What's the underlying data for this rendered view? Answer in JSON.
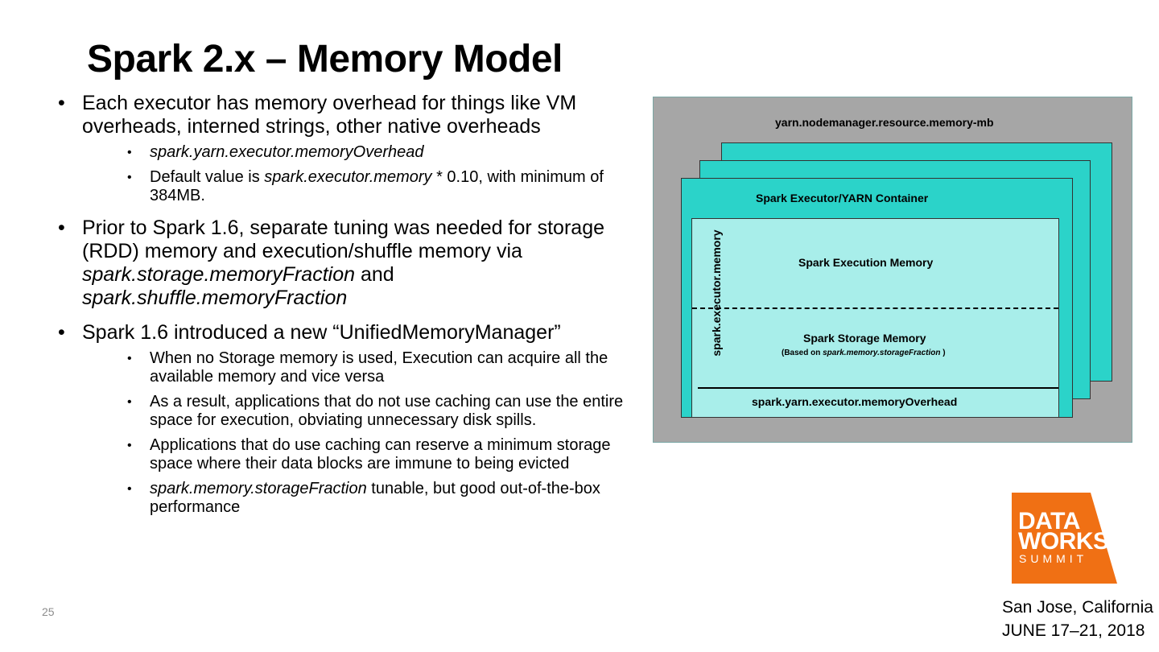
{
  "slide": {
    "title": "Spark 2.x – Memory Model",
    "page_number": "25",
    "bullet_char": "•"
  },
  "bullets": [
    {
      "parts": [
        {
          "text": "Each executor has memory overhead for things like VM overheads, interned strings, other native overheads",
          "italic": false
        }
      ],
      "subs": [
        [
          {
            "text": "spark.yarn.executor.memoryOverhead",
            "italic": true
          }
        ],
        [
          {
            "text": "Default value is ",
            "italic": false
          },
          {
            "text": "spark.executor.memory",
            "italic": true
          },
          {
            "text": " * 0.10, with minimum of 384MB.",
            "italic": false
          }
        ]
      ]
    },
    {
      "parts": [
        {
          "text": "Prior to Spark 1.6, separate tuning was needed for storage (RDD) memory and execution/shuffle memory via ",
          "italic": false
        },
        {
          "text": "spark.storage.memoryFraction",
          "italic": true
        },
        {
          "text": " and ",
          "italic": false
        },
        {
          "text": "spark.shuffle.memoryFraction",
          "italic": true
        }
      ],
      "subs": []
    },
    {
      "parts": [
        {
          "text": "Spark 1.6 introduced a new “UnifiedMemoryManager”",
          "italic": false
        }
      ],
      "subs": [
        [
          {
            "text": "When no Storage memory is used, Execution can acquire all the available memory and vice versa",
            "italic": false
          }
        ],
        [
          {
            "text": "As a result, applications that do not use caching can use the entire space for execution, obviating unnecessary disk spills.",
            "italic": false
          }
        ],
        [
          {
            "text": "Applications that do use caching can reserve a minimum storage space where their data blocks are immune to being evicted",
            "italic": false
          }
        ],
        [
          {
            "text": "spark.memory.storageFraction",
            "italic": true
          },
          {
            "text": " tunable, but good out-of-the-box performance",
            "italic": false
          }
        ]
      ]
    }
  ],
  "diagram": {
    "node_label": "yarn.nodemanager.resource.memory-mb",
    "container_label": "Spark Executor/YARN Container",
    "executor_memory_label": "spark.executor.memory",
    "execution_label": "Spark Execution Memory",
    "storage_label": "Spark Storage Memory",
    "storage_note_prefix": "(Based on ",
    "storage_note_param": "spark.memory.storageFraction",
    "storage_note_suffix": " )",
    "overhead_label": "spark.yarn.executor.memoryOverhead",
    "colors": {
      "background": "#a6a6a6",
      "layer": "#2bd3c9",
      "inner": "#a8eeea"
    }
  },
  "logo": {
    "line1": "DATA",
    "line2": "WORKS",
    "line3": "SUMMIT",
    "color": "#f07014"
  },
  "event": {
    "location": "San Jose, California",
    "dates": "JUNE 17–21, 2018"
  }
}
